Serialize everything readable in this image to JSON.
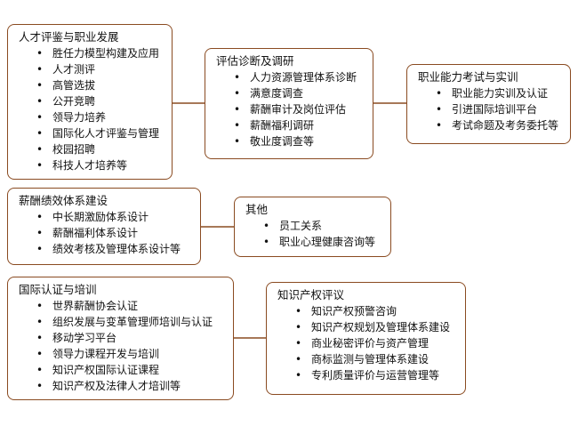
{
  "colors": {
    "border": "#8a4b21",
    "text": "#111111",
    "background": "#ffffff"
  },
  "talent": {
    "title": "人才评鉴与职业发展",
    "items": [
      "胜任力模型构建及应用",
      "人才测评",
      "高管选拔",
      "公开竞聘",
      "领导力培养",
      "国际化人才评鉴与管理",
      "校园招聘",
      "科技人才培养等"
    ]
  },
  "assess": {
    "title": "评估诊断及调研",
    "items": [
      "人力资源管理体系诊断",
      "满意度调查",
      "薪酬审计及岗位评估",
      "薪酬福利调研",
      "敬业度调查等"
    ]
  },
  "career": {
    "title": "职业能力考试与实训",
    "items": [
      "职业能力实训及认证",
      "引进国际培训平台",
      "考试命题及考务委托等"
    ]
  },
  "salary": {
    "title": "薪酬绩效体系建设",
    "items": [
      "中长期激励体系设计",
      "薪酬福利体系设计",
      "绩效考核及管理体系设计等"
    ]
  },
  "other": {
    "title": "其他",
    "items": [
      "员工关系",
      "职业心理健康咨询等"
    ]
  },
  "intl": {
    "title": "国际认证与培训",
    "items": [
      "世界薪酬协会认证",
      "组织发展与变革管理师培训与认证",
      "移动学习平台",
      "领导力课程开发与培训",
      "知识产权国际认证课程",
      "知识产权及法律人才培训等"
    ]
  },
  "ip": {
    "title": "知识产权评议",
    "items": [
      "知识产权预警咨询",
      "知识产权规划及管理体系建设",
      "商业秘密评价与资产管理",
      "商标监测与管理体系建设",
      "专利质量评价与运营管理等"
    ]
  },
  "bullet": "•"
}
